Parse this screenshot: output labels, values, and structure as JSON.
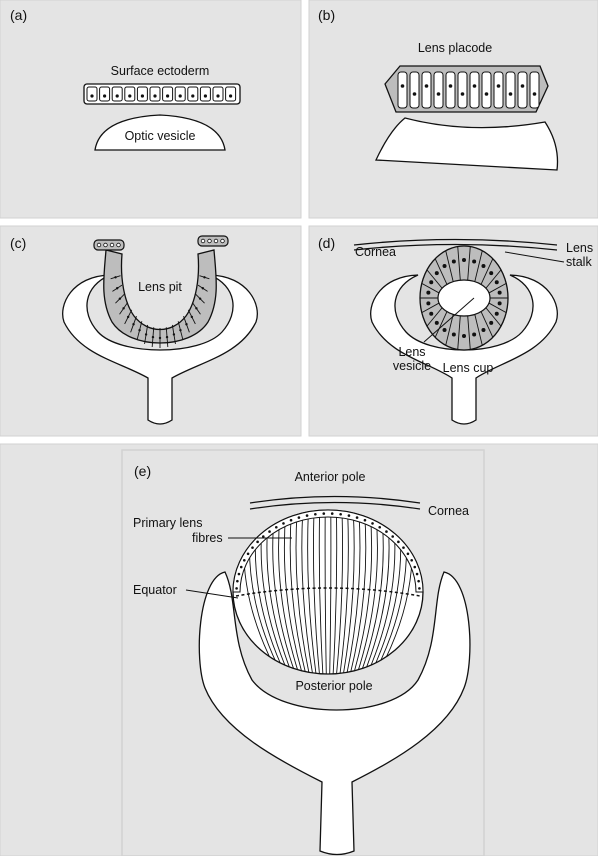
{
  "colors": {
    "panel_background": "#e4e4e4",
    "panel_border": "#d2d2d2",
    "tissue_fill": "#ffffff",
    "cell_fill": "#bdbdbd",
    "ink": "#111111"
  },
  "panels": {
    "a": {
      "label": "(a)",
      "surface_ectoderm": "Surface ectoderm",
      "optic_vesicle": "Optic vesicle"
    },
    "b": {
      "label": "(b)",
      "lens_placode": "Lens placode"
    },
    "c": {
      "label": "(c)",
      "lens_pit": "Lens pit"
    },
    "d": {
      "label": "(d)",
      "cornea": "Cornea",
      "lens_stalk_line1": "Lens",
      "lens_stalk_line2": "stalk",
      "lens_vesicle_line1": "Lens",
      "lens_vesicle_line2": "vesicle",
      "lens_cup": "Lens cup"
    },
    "e": {
      "label": "(e)",
      "anterior_pole": "Anterior pole",
      "cornea": "Cornea",
      "primary_fibres_line1": "Primary lens",
      "primary_fibres_line2": "fibres",
      "equator": "Equator",
      "posterior_pole": "Posterior pole"
    }
  }
}
